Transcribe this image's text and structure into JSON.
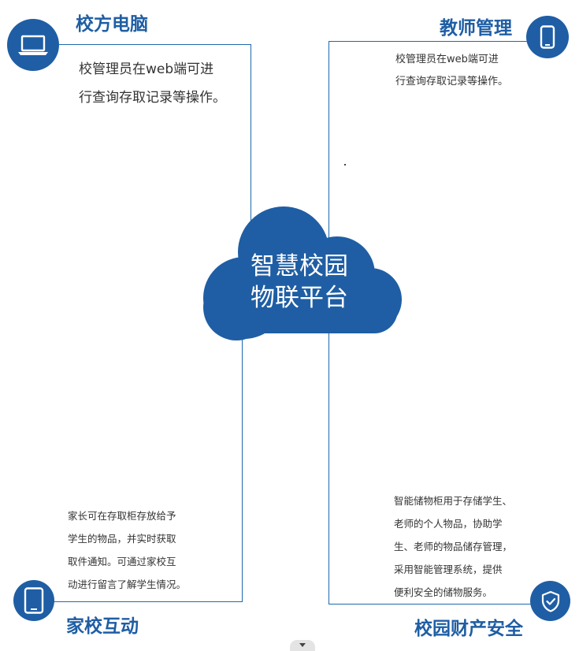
{
  "center": {
    "line1": "智慧校园",
    "line2": "物联平台"
  },
  "nodes": {
    "top_left": {
      "title": "校方电脑",
      "icon": "laptop-icon",
      "desc": [
        "校管理员在web端可进",
        "行查询存取记录等操作。"
      ]
    },
    "top_right": {
      "title": "教师管理",
      "icon": "mobile-phone-icon",
      "desc": [
        "校管理员在web端可进",
        "行查询存取记录等操作。"
      ]
    },
    "bottom_left": {
      "title": "家校互动",
      "icon": "tablet-icon",
      "desc": [
        "家长可在存取柜存放给予",
        "学生的物品，并实时获取",
        "取件通知。可通过家校互",
        "动进行留言了解学生情况。"
      ]
    },
    "bottom_right": {
      "title": "校园财产安全",
      "icon": "shield-check-icon",
      "desc": [
        "智能储物柜用于存储学生、",
        "老师的个人物品，协助学",
        "生、老师的物品储存管理，",
        "采用智能管理系统，提供",
        "便利安全的储物服务。"
      ]
    }
  },
  "colors": {
    "primary": "#1f5ea4",
    "line": "#1f6aad",
    "text": "#333333"
  }
}
